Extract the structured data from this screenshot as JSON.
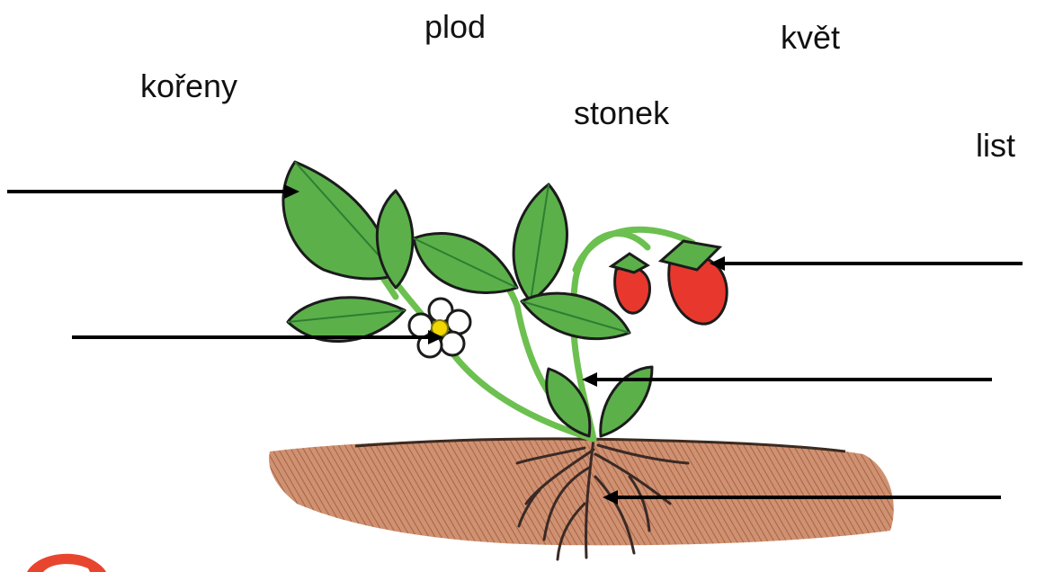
{
  "labels": {
    "plod": "plod",
    "kvet": "květ",
    "koreny": "kořeny",
    "stonek": "stonek",
    "list": "list"
  },
  "colors": {
    "leaf": "#5bb04a",
    "leaf_dark": "#2e7d32",
    "stem": "#6cc04f",
    "berry": "#e8382e",
    "soil": "#b0623d",
    "root": "#3a2a26",
    "outline": "#1b1b1b",
    "flower_center": "#f2d600",
    "logo": "#e8452f"
  }
}
